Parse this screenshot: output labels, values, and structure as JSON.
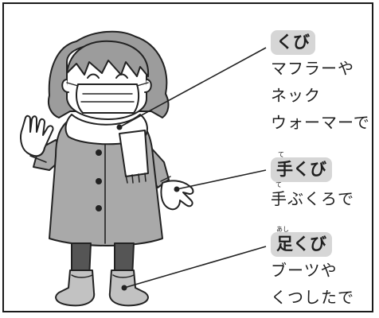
{
  "callouts": {
    "neck": {
      "tag": "くび",
      "lines": [
        "マフラーや",
        "ネック",
        "ウォーマーで"
      ]
    },
    "wrist": {
      "tag": "手くび",
      "tag_ruby": "て",
      "line_ruby": "て",
      "lines": [
        "手ぶくろで"
      ]
    },
    "ankle": {
      "tag": "足くび",
      "tag_ruby": "あし",
      "lines": [
        "ブーツや",
        "くつしたで"
      ]
    }
  },
  "colors": {
    "coat": "#a9a9a9",
    "scarf": "#ffffff",
    "hair": "#9c9c9c",
    "legs": "#555555",
    "boots": "#c2c2c2",
    "tag_bg": "#d6d6d6",
    "outline": "#222222"
  }
}
